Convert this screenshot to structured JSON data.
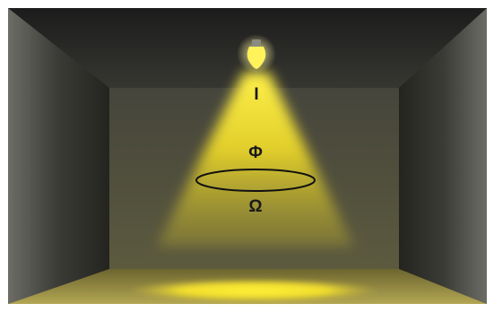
{
  "labels": {
    "intensity": "I",
    "flux": "Φ",
    "solid_angle": "Ω"
  },
  "icons": {
    "lamp": "light-bulb-icon"
  },
  "colors": {
    "ceiling": "#202020",
    "back_wall": "#4a4a3c",
    "side_wall": "#262626",
    "floor": "#8a7f38",
    "light_beam": "#f1de2a",
    "floor_spot": "#ffe830",
    "bulb": "#fff25a",
    "outline": "#111111"
  }
}
